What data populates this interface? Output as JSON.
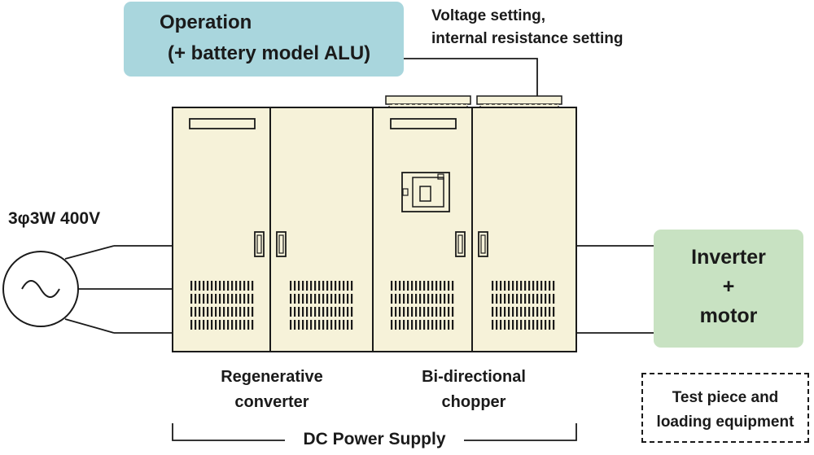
{
  "operation": {
    "line1": "Operation",
    "line2": "(+ battery model ALU)"
  },
  "settings": {
    "line1": "Voltage setting,",
    "line2": "internal resistance setting"
  },
  "supply": {
    "label": "3φ3W   400V"
  },
  "units": {
    "regen": {
      "line1": "Regenerative",
      "line2": "converter"
    },
    "chopper": {
      "line1": "Bi-directional",
      "line2": "chopper"
    }
  },
  "load": {
    "line1": "Inverter",
    "line2": "+",
    "line3": "motor"
  },
  "test": {
    "line1": "Test piece and",
    "line2": "loading equipment"
  },
  "dc": {
    "label": "DC Power Supply"
  },
  "colors": {
    "cabinet": "#f6f2d9",
    "operation_box": "#a9d6dd",
    "load_box": "#c8e2c2",
    "stroke": "#1a1a1a"
  }
}
